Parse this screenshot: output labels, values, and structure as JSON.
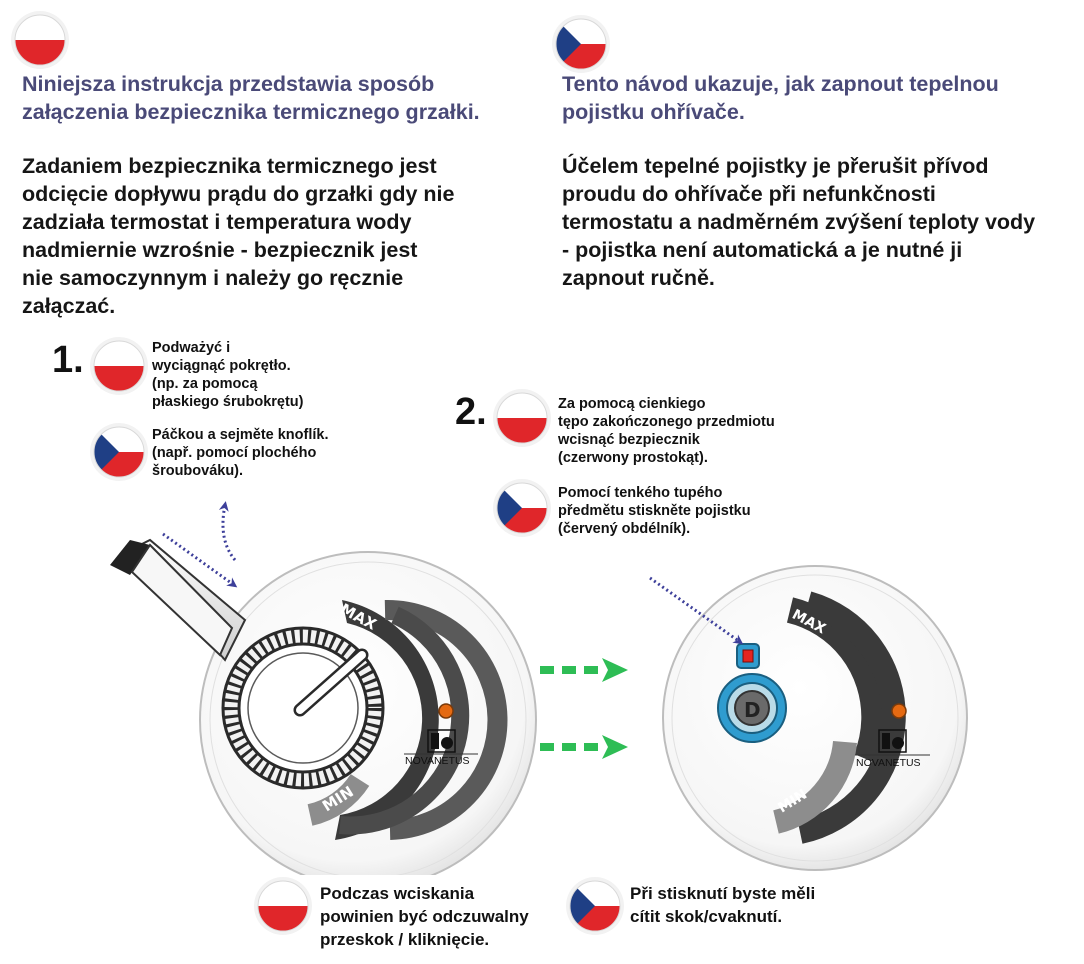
{
  "pl": {
    "title": "Niniejsza instrukcja przedstawia sposób\nzałączenia bezpiecznika termicznego grzałki.",
    "body": "Zadaniem bezpiecznika termicznego jest\nodcięcie dopływu prądu do grzałki gdy nie\nzadziała termostat i temperatura wody\nnadmiernie wzrośnie - bezpiecznik jest\nnie samoczynnym i należy go ręcznie\nzałączać.",
    "step1": "Podważyć i\nwyciągnąć pokrętło.\n(np. za pomocą\npłaskiego śrubokrętu)",
    "step2": "Za pomocą cienkiego\ntępo zakończonego przedmiotu\nwcisnąć bezpiecznik\n(czerwony prostokąt).",
    "note": "Podczas wciskania\npowinien być odczuwalny\nprzeskok / kliknięcie."
  },
  "cz": {
    "title": "Tento návod ukazuje, jak zapnout tepelnou\npojistku ohřívače.",
    "body": "Účelem tepelné pojistky je přerušit přívod\nproudu do ohřívače při nefunkčnosti\ntermostatu a nadměrném zvýšení teploty vody\n- pojistka není automatická a je nutné ji\nzapnout ručně.",
    "step1": "Páčkou a sejměte knoflík.\n(např. pomocí plochého\nšroubováku).",
    "step2": "Pomocí tenkého tupého\npředmětu stiskněte pojistku\n(červený obdélník).",
    "note": "Při stisknutí byste měli\ncítit skok/cvaknutí."
  },
  "steps": {
    "one": "1.",
    "two": "2."
  },
  "dial": {
    "max": "MAX",
    "min": "MIN",
    "brand": "NOVANETUS",
    "fuse_letter": "D"
  },
  "icons": {
    "pl_flag": "polish-flag-icon",
    "cz_flag": "czech-flag-icon",
    "screwdriver": "screwdriver-icon",
    "arrow": "green-dashed-arrow-icon"
  },
  "colors": {
    "title": "#4a4a78",
    "text": "#161616",
    "flag_red": "#e0262a",
    "flag_blue": "#1f3f85",
    "arrow_green": "#2ebd55",
    "path_blue": "#3d3f9a",
    "fuse_teal": "#2f9ccf",
    "fuse_red": "#e42520",
    "indicator": "#e56a12"
  }
}
